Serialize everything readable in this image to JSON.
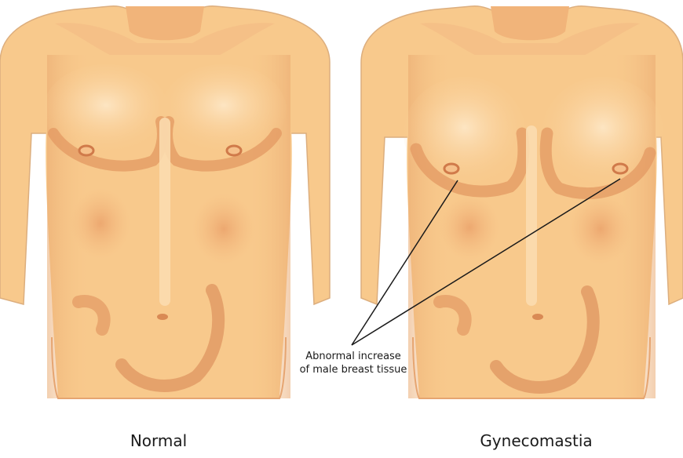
{
  "figure": {
    "left_caption": "Normal",
    "right_caption": "Gynecomastia",
    "annotation_line1": "Abnormal increase",
    "annotation_line2": "of male breast tissue"
  },
  "colors": {
    "skin_base": "#f8c98c",
    "skin_light": "#fbdcaf",
    "skin_shadow": "#eba873",
    "skin_dark": "#d98a55",
    "nipple": "#d07a4a",
    "outline": "#dcae7e",
    "pointer": "#1a1a1a"
  }
}
